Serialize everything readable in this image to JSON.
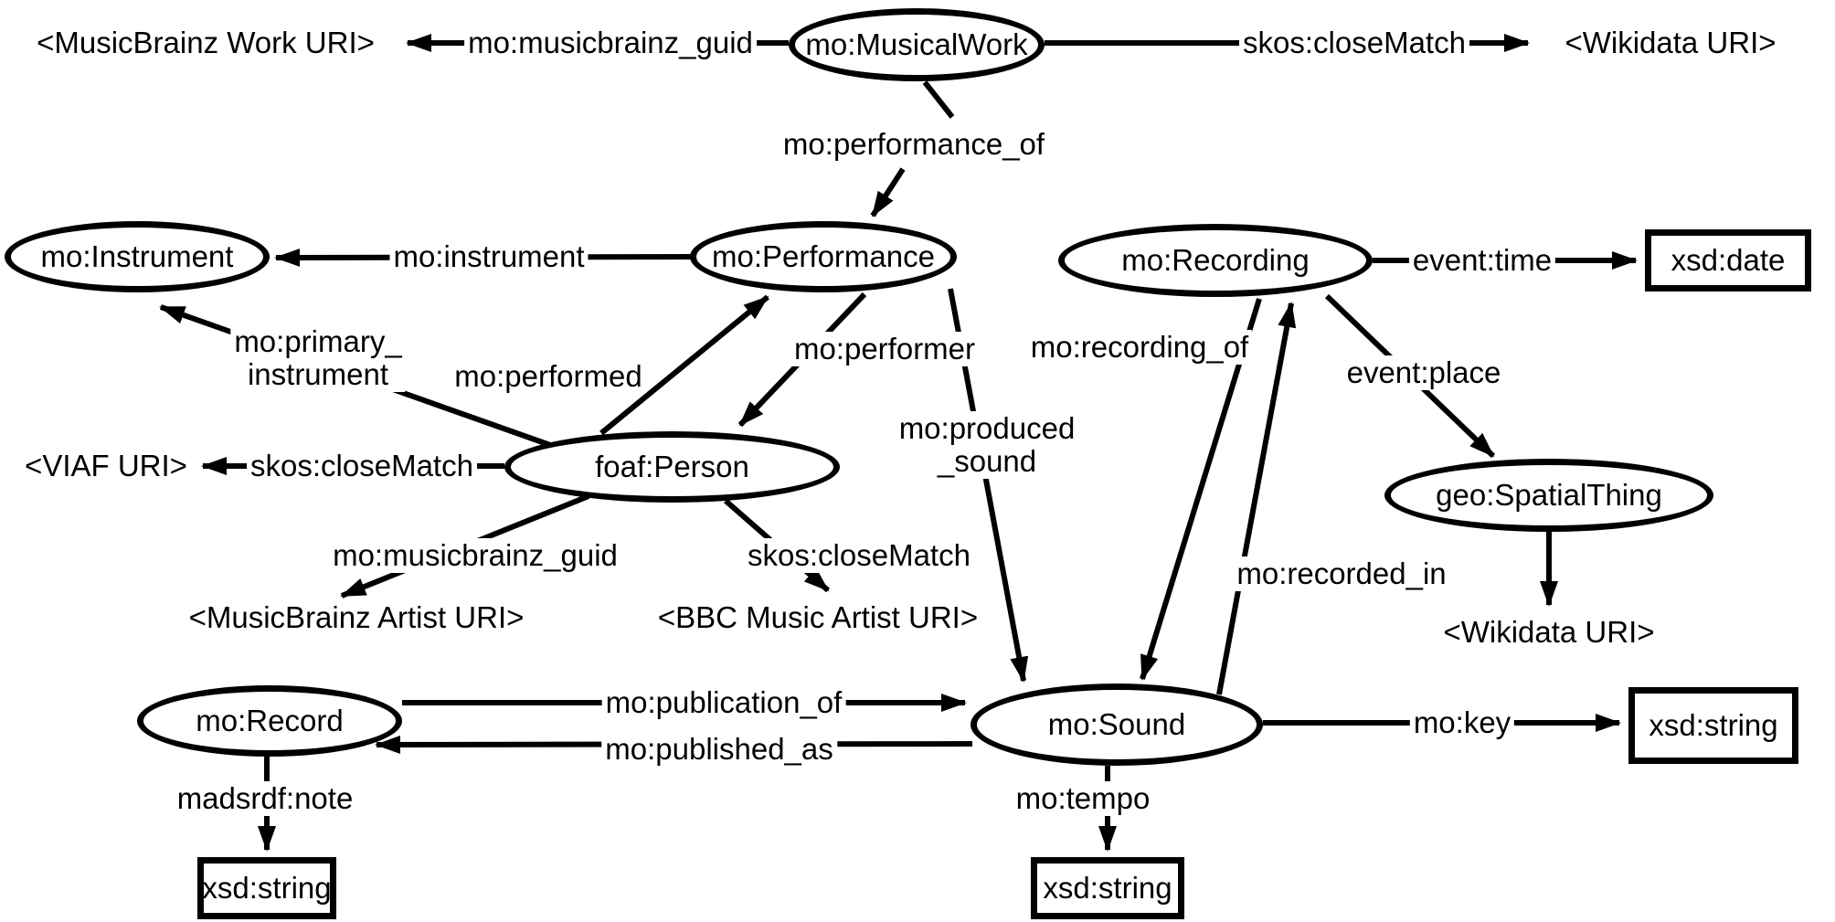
{
  "diagram": {
    "colors": {
      "stroke": "#000000",
      "background": "#ffffff"
    },
    "nodes": {
      "musical_work": "mo:MusicalWork",
      "instrument": "mo:Instrument",
      "performance": "mo:Performance",
      "recording": "mo:Recording",
      "person": "foaf:Person",
      "spatial_thing": "geo:SpatialThing",
      "record": "mo:Record",
      "sound": "mo:Sound"
    },
    "literals": {
      "date": "xsd:date",
      "string_key": "xsd:string",
      "string_note": "xsd:string",
      "string_tempo": "xsd:string"
    },
    "uris": {
      "musicbrainz_work": "<MusicBrainz Work URI>",
      "wikidata_work": "<Wikidata URI>",
      "viaf": "<VIAF URI>",
      "musicbrainz_artist": "<MusicBrainz Artist URI>",
      "bbc_artist": "<BBC Music Artist URI>",
      "wikidata_place": "<Wikidata URI>"
    },
    "properties": {
      "musicbrainz_guid_work": "mo:musicbrainz_guid",
      "close_match_work": "skos:closeMatch",
      "performance_of": "mo:performance_of",
      "instrument": "mo:instrument",
      "event_time": "event:time",
      "primary_instrument_l1": "mo:primary_",
      "primary_instrument_l2": "instrument",
      "performed": "mo:performed",
      "performer": "mo:performer",
      "recording_of": "mo:recording_of",
      "event_place": "event:place",
      "produced_sound_l1": "mo:produced",
      "produced_sound_l2": "_sound",
      "close_match_viaf": "skos:closeMatch",
      "musicbrainz_guid_artist": "mo:musicbrainz_guid",
      "close_match_artist": "skos:closeMatch",
      "recorded_in": "mo:recorded_in",
      "publication_of": "mo:publication_of",
      "published_as": "mo:published_as",
      "key": "mo:key",
      "note": "madsrdf:note",
      "tempo": "mo:tempo"
    }
  }
}
